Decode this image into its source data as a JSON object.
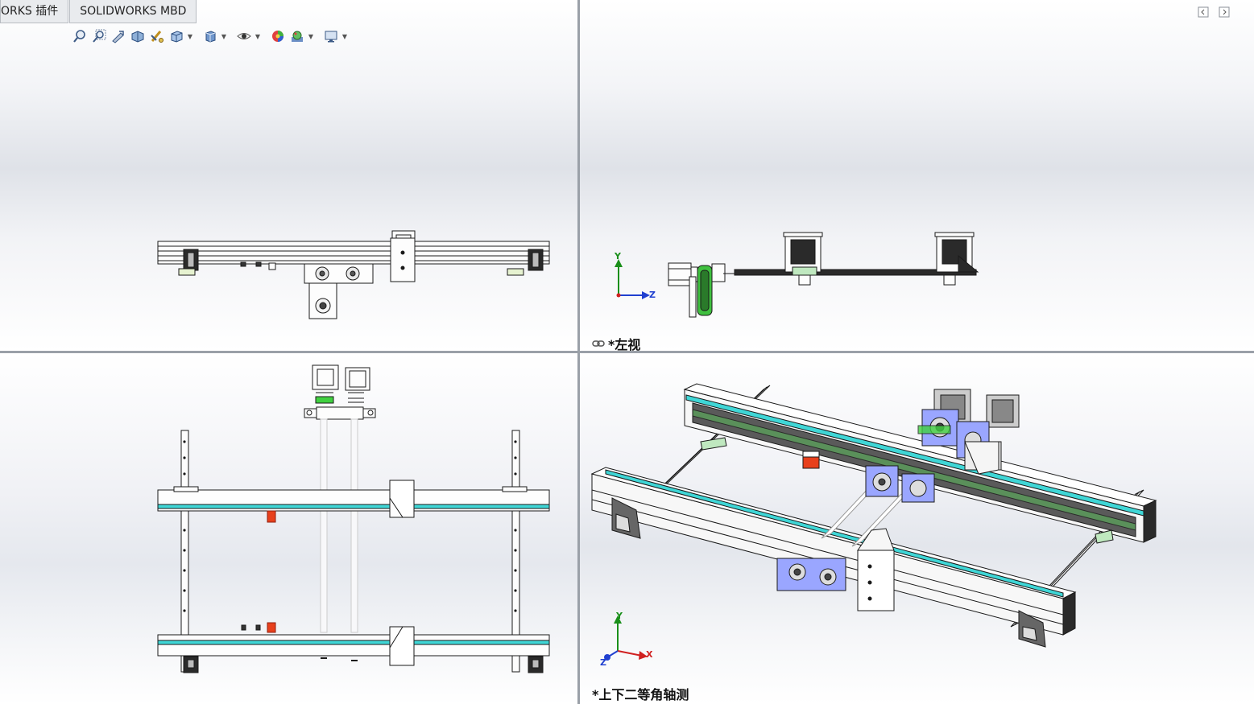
{
  "tabs": [
    {
      "label": "ORKS 插件"
    },
    {
      "label": "SOLIDWORKS MBD"
    }
  ],
  "hud_icons": [
    "zoom-to-fit-icon",
    "zoom-to-area-icon",
    "previous-view-icon",
    "section-view-icon",
    "dynamic-annotation-icon",
    "view-orientation-icon",
    "display-style-icon",
    "hide-show-items-icon",
    "edit-appearance-icon",
    "apply-scene-icon",
    "view-settings-icon"
  ],
  "viewports": {
    "top_right": {
      "label": "*左视"
    },
    "bottom_right": {
      "label": "*上下二等角轴测"
    }
  },
  "triad_left": {
    "y": "Y",
    "z": "Z"
  },
  "triad_iso": {
    "y": "Y",
    "x": "X",
    "z": "Z"
  },
  "colors": {
    "accent_cyan": "#3fd6d6",
    "part_red": "#e8401c",
    "part_green": "#40d040",
    "part_blue": "#9aa6ff",
    "model_line": "#1a1a1a",
    "axis_y": "#1a8f1a",
    "axis_x": "#d02020",
    "axis_z": "#2040d0"
  }
}
